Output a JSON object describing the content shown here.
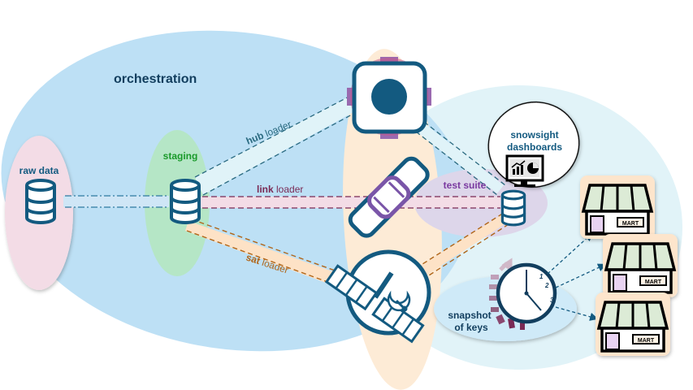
{
  "title": "orchestration",
  "regions": {
    "raw_data": "raw data",
    "staging": "staging",
    "test_suite": "test suite",
    "snowsight": [
      "snowsight",
      "dashboards"
    ],
    "snapshot": [
      "snapshot",
      "of keys"
    ]
  },
  "loaders": {
    "hub": {
      "key": "hub",
      "word": " loader"
    },
    "link": {
      "key": "link",
      "word": " loader"
    },
    "sat": {
      "key": "sat",
      "word": " loader"
    }
  },
  "clock_numbers": [
    "1",
    "2",
    "3"
  ],
  "marts": [
    {
      "sign": "MART"
    },
    {
      "sign": "MART"
    },
    {
      "sign": "MART"
    }
  ],
  "colors": {
    "orchestration_bg": "#bde0f5",
    "right_bg": "#e1f3f8",
    "raw_bg": "#f3dce6",
    "staging_bg": "#b5e6c6",
    "vault_bg": "#fdebd6",
    "test_bg": "#ddd6ea",
    "snapshot_bg": "#cfeaf8",
    "navy": "#135a80",
    "hub_line": "#2a6a80",
    "link_line": "#7a2a55",
    "sat_line": "#b0661a",
    "staging_text": "#1a9a2a",
    "test_text": "#7a3aa0",
    "purple_link": "#7a55a8"
  }
}
